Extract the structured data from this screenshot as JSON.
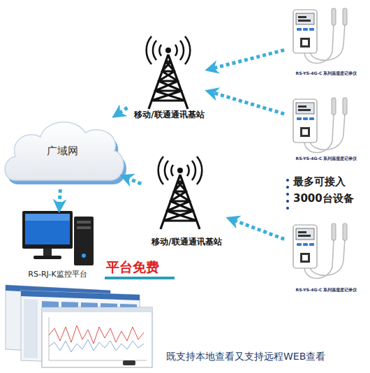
{
  "diagram": {
    "nodes": [
      {
        "text": [
          "RS-YS-4G-C 系列温湿度记录仪"
        ]
      },
      {
        "text": [
          "移动/联通通讯基站"
        ]
      },
      {
        "text": [
          "RS-YS-4G-C 系列温湿度记录仪"
        ]
      },
      {
        "text": [
          "广域网"
        ]
      },
      {
        "text": [
          "移动/联通通讯基站"
        ]
      },
      {
        "text": [
          "RS-RJ-K监控平台"
        ]
      },
      {
        "text": [
          "RS-YS-4G-C 系列温湿度记录仪"
        ]
      }
    ],
    "edges": [
      {
        "from": 0,
        "to": 1,
        "arrow": "to"
      },
      {
        "from": 2,
        "to": 1,
        "arrow": "to"
      },
      {
        "from": 6,
        "to": 4,
        "arrow": "to"
      },
      {
        "from": 1,
        "to": 3,
        "arrow": "to"
      },
      {
        "from": 4,
        "to": 3,
        "arrow": "to"
      },
      {
        "from": 3,
        "to": 5,
        "arrow": "to"
      }
    ],
    "labels": [
      "最多可接入 3000台设备",
      "平台免费",
      "既支持本地查看又支持远程WEB查看"
    ]
  }
}
